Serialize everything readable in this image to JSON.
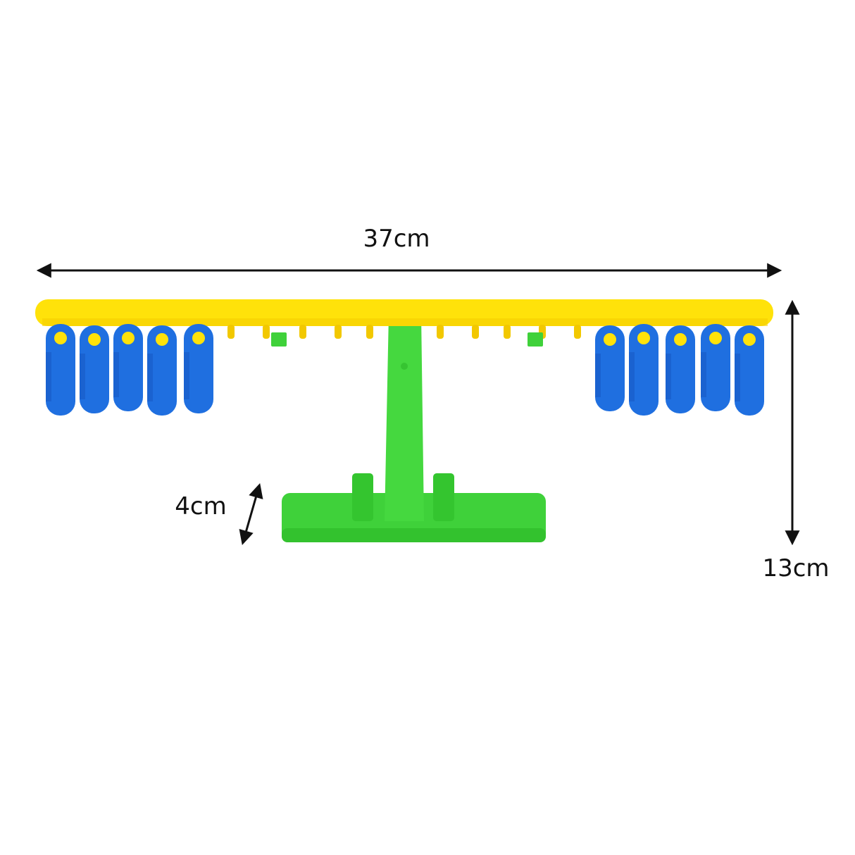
{
  "dimensions": {
    "length": "37cm",
    "height": "13cm",
    "depth": "4cm"
  },
  "product": {
    "weights_left": 5,
    "weights_right": 5,
    "colors": {
      "beam": "#ffe20a",
      "beam_shadow": "#f2c800",
      "weight": "#1f6fe0",
      "weight_dark": "#1556c0",
      "stand": "#3fd13a",
      "stand_dark": "#2fb52b",
      "arrow": "#111111"
    }
  }
}
